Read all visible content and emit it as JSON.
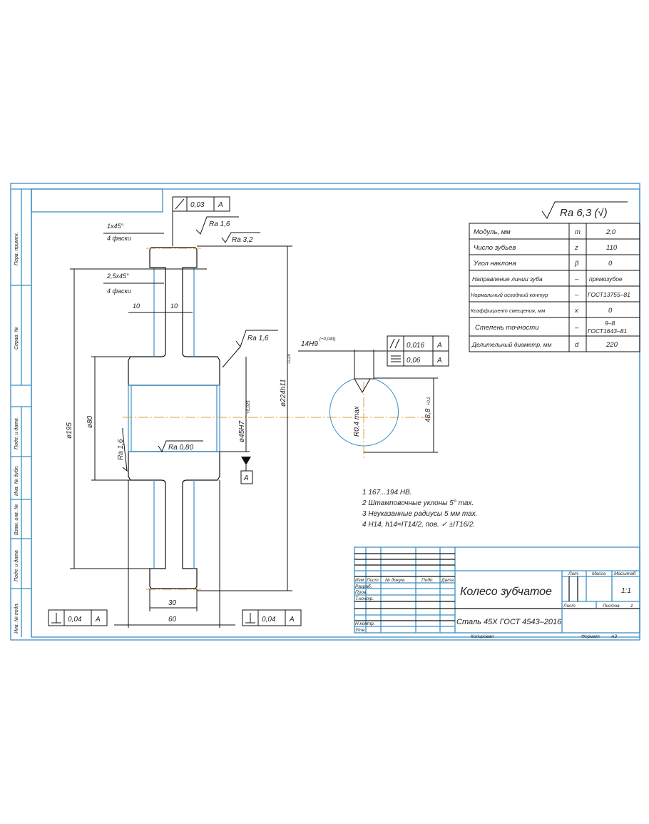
{
  "colors": {
    "frame": "#3d8fc4",
    "lines": "#111111",
    "centerline": "#e0a040"
  },
  "side_strip": [
    "Перв. примен.",
    "Справ. №",
    "Подп. и дата",
    "Инв. № дубл.",
    "Взам. инв. №",
    "Подп. и дата",
    "Инв. № подл."
  ],
  "roughness_general": "Ra 6,3 (√)",
  "drawing": {
    "runout_tol": {
      "value": "0,03",
      "datum": "A"
    },
    "ra_16_top": "Ra 1,6",
    "ra_32": "Ra 3,2",
    "ra_16_hub": "Ra 1,6",
    "ra_16_bore": "Ra 1,6",
    "ra_080": "Ra 0,80",
    "chamfer1": "1x45°",
    "chamfer1_note": "4 фаски",
    "chamfer2": "2,5x45°",
    "chamfer2_note": "4 фаски",
    "dim_10a": "10",
    "dim_10b": "10",
    "dim_d195": "ø195",
    "dim_d80": "ø80",
    "dim_d224": "ø224h11",
    "dim_d224_tol": "-0,29",
    "dim_d45": "ø45H7",
    "dim_d45_tol": "+0,025",
    "datum": "A",
    "dim_30": "30",
    "dim_60": "60",
    "perp_left": {
      "value": "0,04",
      "datum": "A"
    },
    "perp_right": {
      "value": "0,04",
      "datum": "A"
    },
    "key_width": "14H9",
    "key_width_tol": "(+0,043)",
    "parallel_tol": {
      "value": "0,016",
      "datum": "A"
    },
    "symmetry_tol": {
      "value": "0,06",
      "datum": "A"
    },
    "key_radius": "R0,4 max",
    "key_depth": "48,8",
    "key_depth_tol": "+0,2"
  },
  "params": [
    {
      "name": "Модуль, мм",
      "sym": "m",
      "val": "2,0"
    },
    {
      "name": "Число зубьев",
      "sym": "z",
      "val": "110"
    },
    {
      "name": "Угол наклона",
      "sym": "β",
      "val": "0"
    },
    {
      "name": "Направление линии зуба",
      "sym": "–",
      "val": "прямозубое"
    },
    {
      "name": "Нормальный исходный контур",
      "sym": "–",
      "val": "ГОСТ13755–81"
    },
    {
      "name": "Коэффициент смещения, мм",
      "sym": "x",
      "val": "0"
    },
    {
      "name": "Степень точности",
      "sym": "–",
      "val": "9–8",
      "val2": "ГОСТ1643–81"
    },
    {
      "name": "Делительный диаметр, мм",
      "sym": "d",
      "val": "220"
    }
  ],
  "notes": [
    "1 167...194 HB.",
    "2 Штамповочные уклоны 5° max.",
    "3 Неуказанные радиусы 5 мм max.",
    "4 H14, h14=IT14/2, пов. ✓ ±IT16/2."
  ],
  "title_block": {
    "cols": [
      "Изм.",
      "Лист",
      "№ докум.",
      "Подп.",
      "Дата"
    ],
    "rows": [
      "Разраб.",
      "Пров.",
      "Т.контр.",
      "Н.контр.",
      "Утв."
    ],
    "name": "Колесо зубчатое",
    "material": "Сталь 45Х ГОСТ 4543–2016",
    "lit_label": "Лит.",
    "mass_label": "Масса",
    "scale_label": "Масштаб",
    "scale": "1:1",
    "sheet_label": "Лист",
    "sheets_label": "Листов",
    "sheets": "1",
    "copied": "Копировал",
    "format_label": "Формат",
    "format": "A3"
  }
}
